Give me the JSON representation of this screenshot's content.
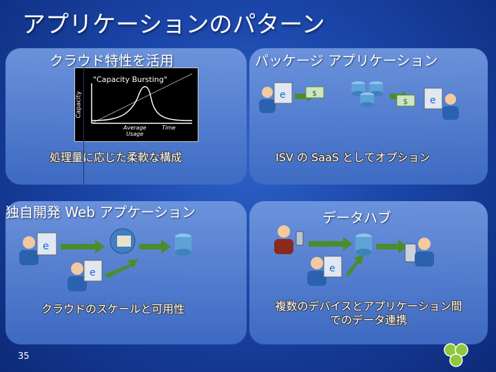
{
  "slide": {
    "title": "アプリケーションのパターン",
    "page_number": "35"
  },
  "panels": {
    "cloud": {
      "title": "クラウド特性を活用",
      "caption": "処理量に応じた柔軟な構成"
    },
    "package": {
      "title": "パッケージ アプリケーション",
      "caption": "ISV の SaaS としてオプション"
    },
    "custom": {
      "title": "独自開発 Web アプケーション",
      "caption": "クラウドのスケールと可用性"
    },
    "hub": {
      "title": "データハブ",
      "caption_line1": "複数のデバイスとアプリケーション間",
      "caption_line2": "でのデータ連携"
    }
  },
  "chart": {
    "title": "\"Capacity Bursting\"",
    "ylabel": "Capacity",
    "xlabel1": "Average",
    "xlabel2": "Usage",
    "xlabel_time": "Time"
  },
  "colors": {
    "background": "#1a45a8",
    "panel": "#5a82d2",
    "arrow": "#4c8c2b",
    "database": "#5fa2d8",
    "user_shirt": "#2a62b0"
  }
}
